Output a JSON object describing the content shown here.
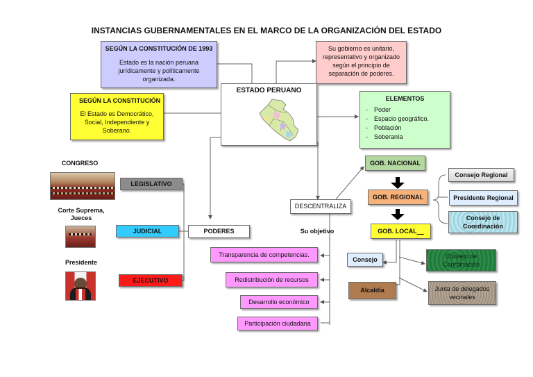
{
  "title": "INSTANCIAS GUBERNAMENTALES EN EL MARCO DE LA ORGANIZACIÓN DEL ESTADO",
  "const1993": {
    "header": "SEGÚN LA CONSTITUCIÓN DE 1993",
    "text": "Estado es la nación peruana jurídicamente y políticamente organizada."
  },
  "gobierno": {
    "text": "Su gobierno es unitario, representativo y organizado según el principio de separación de poderes."
  },
  "constitucion": {
    "header": "SEGÚN LA CONSTITUCIÓN",
    "text": "El Estado es Democrático, Social, Independiente y Soberano."
  },
  "estado": {
    "title": "ESTADO PERUANO"
  },
  "elementos": {
    "header": "ELEMENTOS",
    "items": [
      "Poder",
      "Espacio geográfico.",
      "Población",
      "Soberanía"
    ]
  },
  "branches": {
    "congreso": "CONGRESO",
    "corte": "Corte Suprema, Jueces",
    "presidente": "Presidente",
    "legislativo": "LEGISLATIVO",
    "judicial": "JUDICIAL",
    "ejecutivo": "EJECUTIVO",
    "poderes": "PODERES"
  },
  "descentraliza": {
    "label": "DESCENTRALIZA",
    "objetivo": "Su objetivo",
    "items": [
      "Transparencia de competencias.",
      "Redistribución de recursos",
      "Desarrollo económico",
      "Participación ciudadana"
    ]
  },
  "gob": {
    "nacional": "GOB. NACIONAL",
    "regional": "GOB. REGIONAL",
    "local": "GOB. LOCAL",
    "regional_items": [
      "Consejo Regional",
      "Presidente Regional",
      "Consejo de Coordinación"
    ],
    "consejo": "Consejo",
    "alcaldia": "Alcaldía",
    "consejo_coord": "Consejo de Coordinación",
    "junta": "Junta de delegados vecinales"
  },
  "colors": {
    "lavender": "#ccccff",
    "pink": "#ffcccc",
    "yellow": "#ffff33",
    "green": "#ccffcc",
    "magenta": "#ff99ff",
    "gob_green": "#b3d9a0",
    "orange": "#f7b27a",
    "cyan": "#33ccff",
    "red": "#ff1a1a",
    "gray": "#8c8c8c",
    "dark_green": "#1f7a3a",
    "brown": "#b07b4f",
    "light_blue": "#dfeeff"
  }
}
